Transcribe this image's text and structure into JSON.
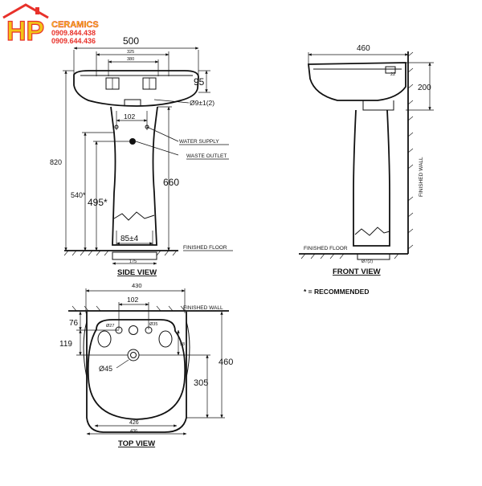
{
  "logo": {
    "letters": "HP",
    "brand": "CERAMICS",
    "phone1": "0909.844.438",
    "phone2": "0909.644.436",
    "colors": {
      "roof": "#e8312a",
      "letters": "#f2c417",
      "outline": "#e8312a"
    }
  },
  "side_view": {
    "title": "SIDE VIEW",
    "dim_width": "500",
    "dim_inner_1": "325",
    "dim_inner_2": "380",
    "dim_95": "95",
    "hole_note": "Ø9±1(2)",
    "dim_102": "102",
    "water_supply": "WATER SUPPLY",
    "waste_outlet": "WASTE OUTLET",
    "dim_820": "820",
    "dim_540": "540*",
    "dim_495": "495*",
    "dim_660": "660",
    "dim_85": "85±4",
    "dim_base": "175",
    "floor": "FINISHED FLOOR"
  },
  "front_view": {
    "title": "FRONT VIEW",
    "dim_460": "460",
    "dim_22": "22",
    "dim_200": "200",
    "wall": "FINISHED WALL",
    "floor": "FINISHED FLOOR",
    "anchor": "Ø7(2)"
  },
  "note": "* = RECOMMENDED",
  "top_view": {
    "title": "TOP VIEW",
    "dim_430": "430",
    "dim_102": "102",
    "wall": "FINISHED WALL",
    "dim_76": "76",
    "dim_119": "119",
    "hole_27": "Ø27",
    "hole_35": "Ø35",
    "dim_58": "58",
    "drain": "Ø45",
    "dim_460": "460",
    "dim_305": "305",
    "dim_426": "426",
    "dim_bottom": "436"
  }
}
